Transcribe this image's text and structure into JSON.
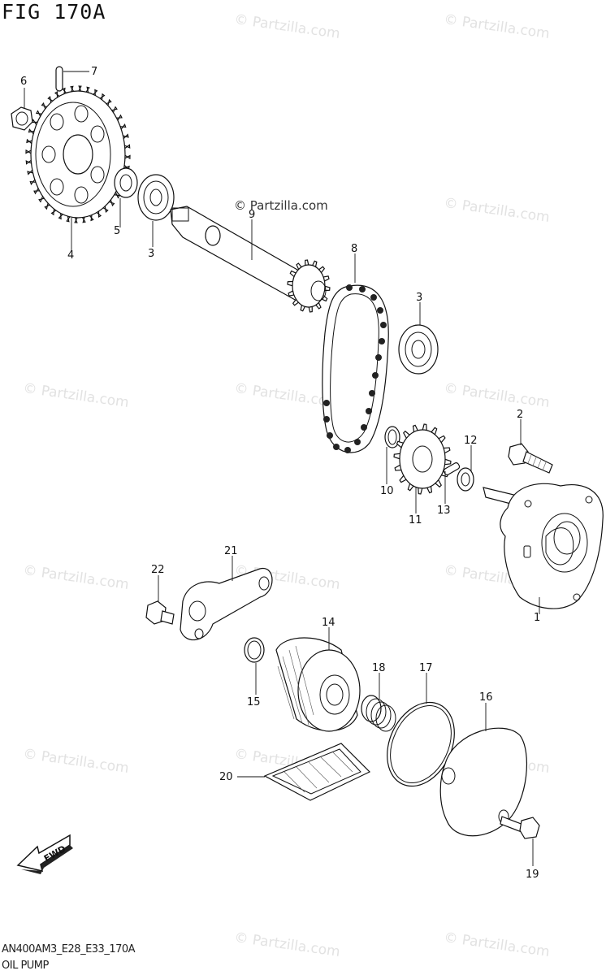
{
  "figure": {
    "title": "FIG 170A",
    "code": "AN400AM3_E28_E33_170A",
    "name": "OIL PUMP",
    "brand_text": "Partzilla.com",
    "watermark_text": "© Partzilla.com",
    "fwd_label": "FWD"
  },
  "callouts": [
    "1",
    "2",
    "3",
    "3",
    "4",
    "5",
    "6",
    "7",
    "8",
    "9",
    "10",
    "11",
    "12",
    "13",
    "14",
    "15",
    "16",
    "17",
    "18",
    "19",
    "20",
    "21",
    "22"
  ]
}
